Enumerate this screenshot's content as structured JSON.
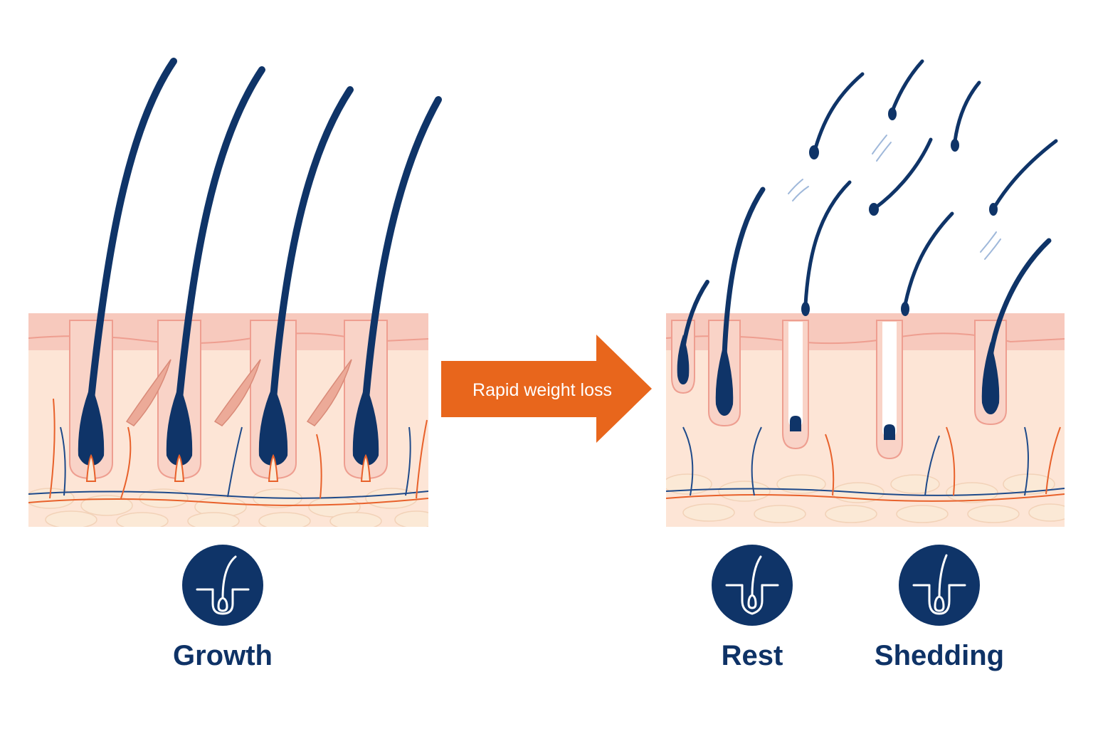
{
  "transition": {
    "label": "Rapid weight loss"
  },
  "stages": {
    "before": {
      "label": "Growth",
      "icon": "hair-follicle-growth-icon"
    },
    "after": [
      {
        "label": "Rest",
        "icon": "hair-follicle-rest-icon"
      },
      {
        "label": "Shedding",
        "icon": "hair-follicle-shedding-icon"
      }
    ]
  },
  "colors": {
    "hair": "#0f3468",
    "skin_top": "#f7c9bd",
    "skin_base": "#fde5d6",
    "fat": "#fbe9d6",
    "artery": "#e8612b",
    "vein": "#1e4a8a",
    "arrow": "#e8661c",
    "label": "#0e3266",
    "icon_circle": "#0f3468"
  }
}
